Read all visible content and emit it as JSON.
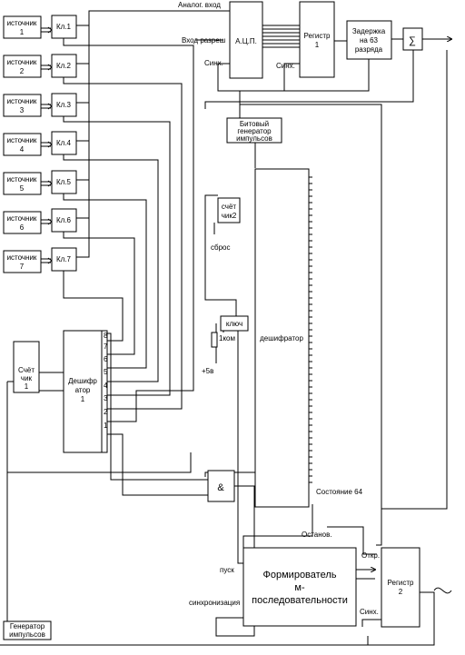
{
  "sources": [
    {
      "line1": "источник",
      "line2": "1"
    },
    {
      "line1": "источник",
      "line2": "2"
    },
    {
      "line1": "источник",
      "line2": "3"
    },
    {
      "line1": "источник",
      "line2": "4"
    },
    {
      "line1": "источник",
      "line2": "5"
    },
    {
      "line1": "источник",
      "line2": "6"
    },
    {
      "line1": "источник",
      "line2": "7"
    }
  ],
  "keys": [
    "Кл.1",
    "Кл.2",
    "Кл.3",
    "Кл.4",
    "Кл.5",
    "Кл.6",
    "Кл.7"
  ],
  "adc": {
    "label": "А.Ц.П.",
    "analog_input": "Аналог. вход",
    "enable_input": "Вход разреш",
    "sync": "Синх."
  },
  "register1": {
    "line1": "Регистр",
    "line2": "1",
    "sync": "Синх."
  },
  "delay": {
    "line1": "Задержка",
    "line2": "на 63",
    "line3": "разряда"
  },
  "sum_symbol": "∑",
  "bit_generator": {
    "line1": "Битовый",
    "line2": "генератор",
    "line3": "импульсов"
  },
  "counter2": {
    "line1": "счёт",
    "line2": "чик2",
    "reset": "сброс"
  },
  "key_switch": {
    "label": "ключ",
    "resistor": "1ком",
    "supply": "+5в"
  },
  "decoder_main": {
    "label": "дешифратор",
    "state64": "Состояние 64"
  },
  "counter1": {
    "line1": "Счёт",
    "line2": "чик",
    "line3": "1"
  },
  "decoder1": {
    "line1": "Дешифр",
    "line2": "атор",
    "line3": "1",
    "outputs": [
      "8",
      "7",
      "6",
      "5",
      "4",
      "3",
      "2",
      "1"
    ]
  },
  "and_gate": "&",
  "m_former": {
    "line1": "Формирователь",
    "line2": "м-",
    "line3": "последовательности",
    "start": "пуск",
    "sync": "синхронизация"
  },
  "register2": {
    "line1": "Регистр",
    "line2": "2",
    "open": "Откр.",
    "sync": "Синх."
  },
  "stop_label": "Останов.",
  "pulse_generator": {
    "line1": "Генератор",
    "line2": "импульсов"
  }
}
